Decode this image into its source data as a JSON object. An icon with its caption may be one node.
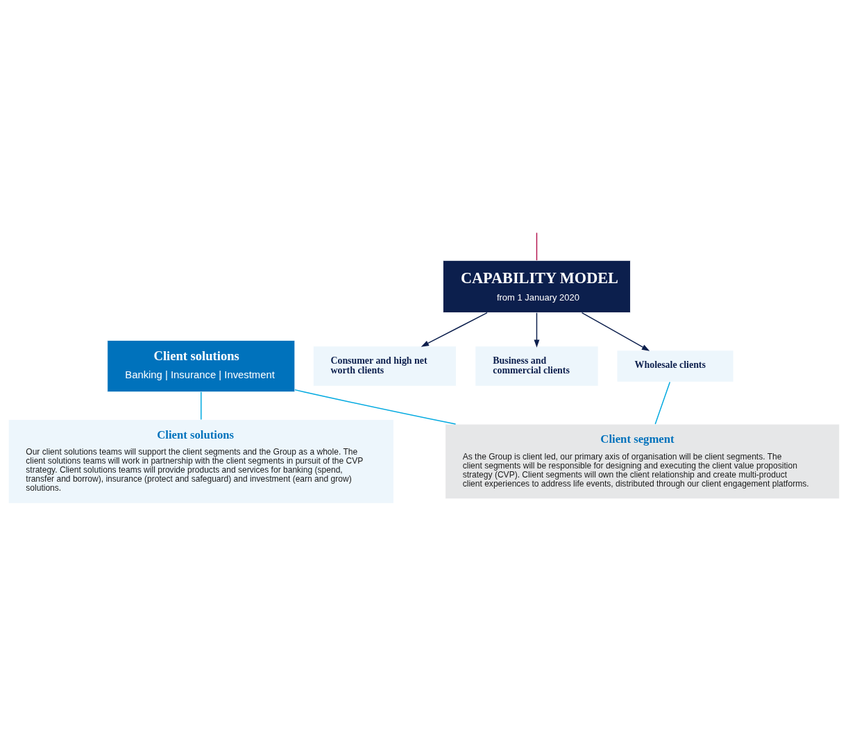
{
  "diagram": {
    "nodes": [
      {
        "text": [
          "CAPABILITY MODEL",
          "from 1 January 2020"
        ]
      },
      {
        "text": [
          "Consumer and high net worth clients"
        ]
      },
      {
        "text": [
          "Business and commercial clients"
        ]
      },
      {
        "text": [
          "Wholesale clients"
        ]
      },
      {
        "text": [
          "Client solutions",
          "Banking | Insurance | Investment"
        ]
      },
      {
        "text": [
          "Client segment",
          "As the Group is client led, our primary axis of organisation will be client segments. The client segments will be responsible for designing and executing the client value proposition strategy (CVP). Client segments will own the client relationship and create multi-product client experiences to address life events, distributed through our client engagement platforms."
        ]
      },
      {
        "text": [
          "Client solutions",
          "Our client solutions teams will support the client segments and the Group as a whole. The client solutions teams will work in partnership with the client segments in pursuit of the CVP strategy. Client solutions teams will provide products and services for banking (spend, transfer and borrow), insurance (protect and safeguard) and investment (earn and grow) solutions."
        ]
      }
    ],
    "edges": [
      {
        "from": null,
        "to": 0,
        "arrow": "none",
        "color": "#b5164f"
      },
      {
        "from": 0,
        "to": 1,
        "arrow": "to"
      },
      {
        "from": 0,
        "to": 2,
        "arrow": "to"
      },
      {
        "from": 0,
        "to": 3,
        "arrow": "to"
      },
      {
        "from": 3,
        "to": 5,
        "arrow": "none",
        "color": "#00a9e0"
      },
      {
        "from": 4,
        "to": 5,
        "arrow": "none",
        "color": "#00a9e0"
      },
      {
        "from": 4,
        "to": 6,
        "arrow": "none",
        "color": "#00a9e0"
      }
    ]
  }
}
